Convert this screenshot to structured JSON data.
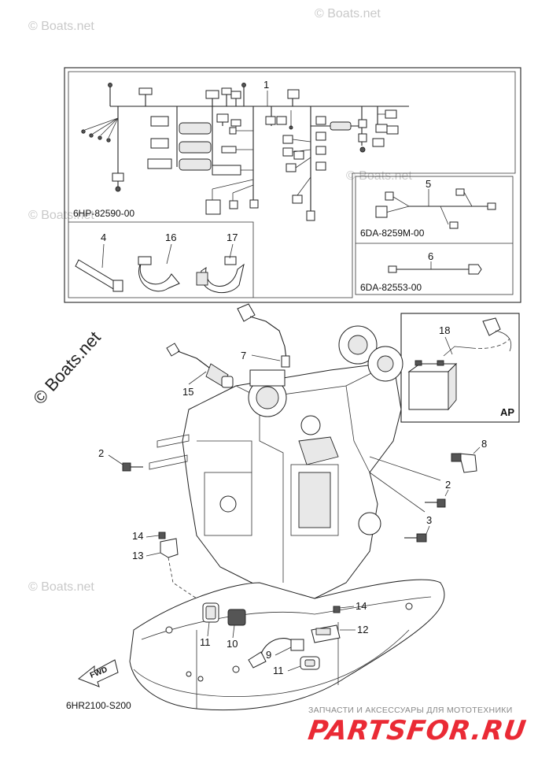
{
  "watermarks": {
    "copyright": "© Boats.net",
    "small": "© Boats.net"
  },
  "codes": {
    "harness_main": "6HP-82590-00",
    "harness_5": "6DA-8259M-00",
    "harness_6": "6DA-82553-00",
    "ap": "AP",
    "diagram_code": "6HR2100-S200",
    "fwd": "FWD"
  },
  "callouts": {
    "c1": "1",
    "c2a": "2",
    "c2b": "2",
    "c3": "3",
    "c4": "4",
    "c5": "5",
    "c6": "6",
    "c7": "7",
    "c8": "8",
    "c9": "9",
    "c10": "10",
    "c11a": "11",
    "c11b": "11",
    "c12": "12",
    "c13": "13",
    "c14a": "14",
    "c14b": "14",
    "c15": "15",
    "c16": "16",
    "c17": "17",
    "c18": "18"
  },
  "footer": {
    "tagline": "ЗАПЧАСТИ И АКСЕССУАРЫ ДЛЯ МОТОТЕХНИКИ",
    "logo": "PARTSFOR.RU"
  }
}
